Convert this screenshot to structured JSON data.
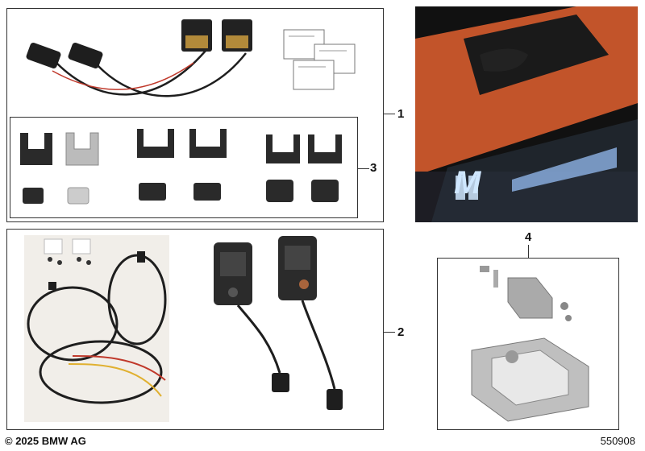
{
  "callouts": {
    "c1": "1",
    "c2": "2",
    "c3": "3",
    "c4": "4"
  },
  "footer": {
    "copyright": "© 2025 BMW AG",
    "part_number": "550908"
  },
  "colors": {
    "frame": "#333333",
    "connector_black": "#1e1e1e",
    "plug_gold": "#b28a3a",
    "projection_glow": "#cfe6ff",
    "door_orange": "#c2542a",
    "cable_red": "#c0392b",
    "cable_yellow": "#e0b030",
    "housing_grey": "#b9b9b9"
  },
  "icons": [
    "connector-icon",
    "bracket-icon",
    "projector-icon",
    "cable-harness-icon",
    "car-door-photo",
    "mounting-frame-icon"
  ]
}
